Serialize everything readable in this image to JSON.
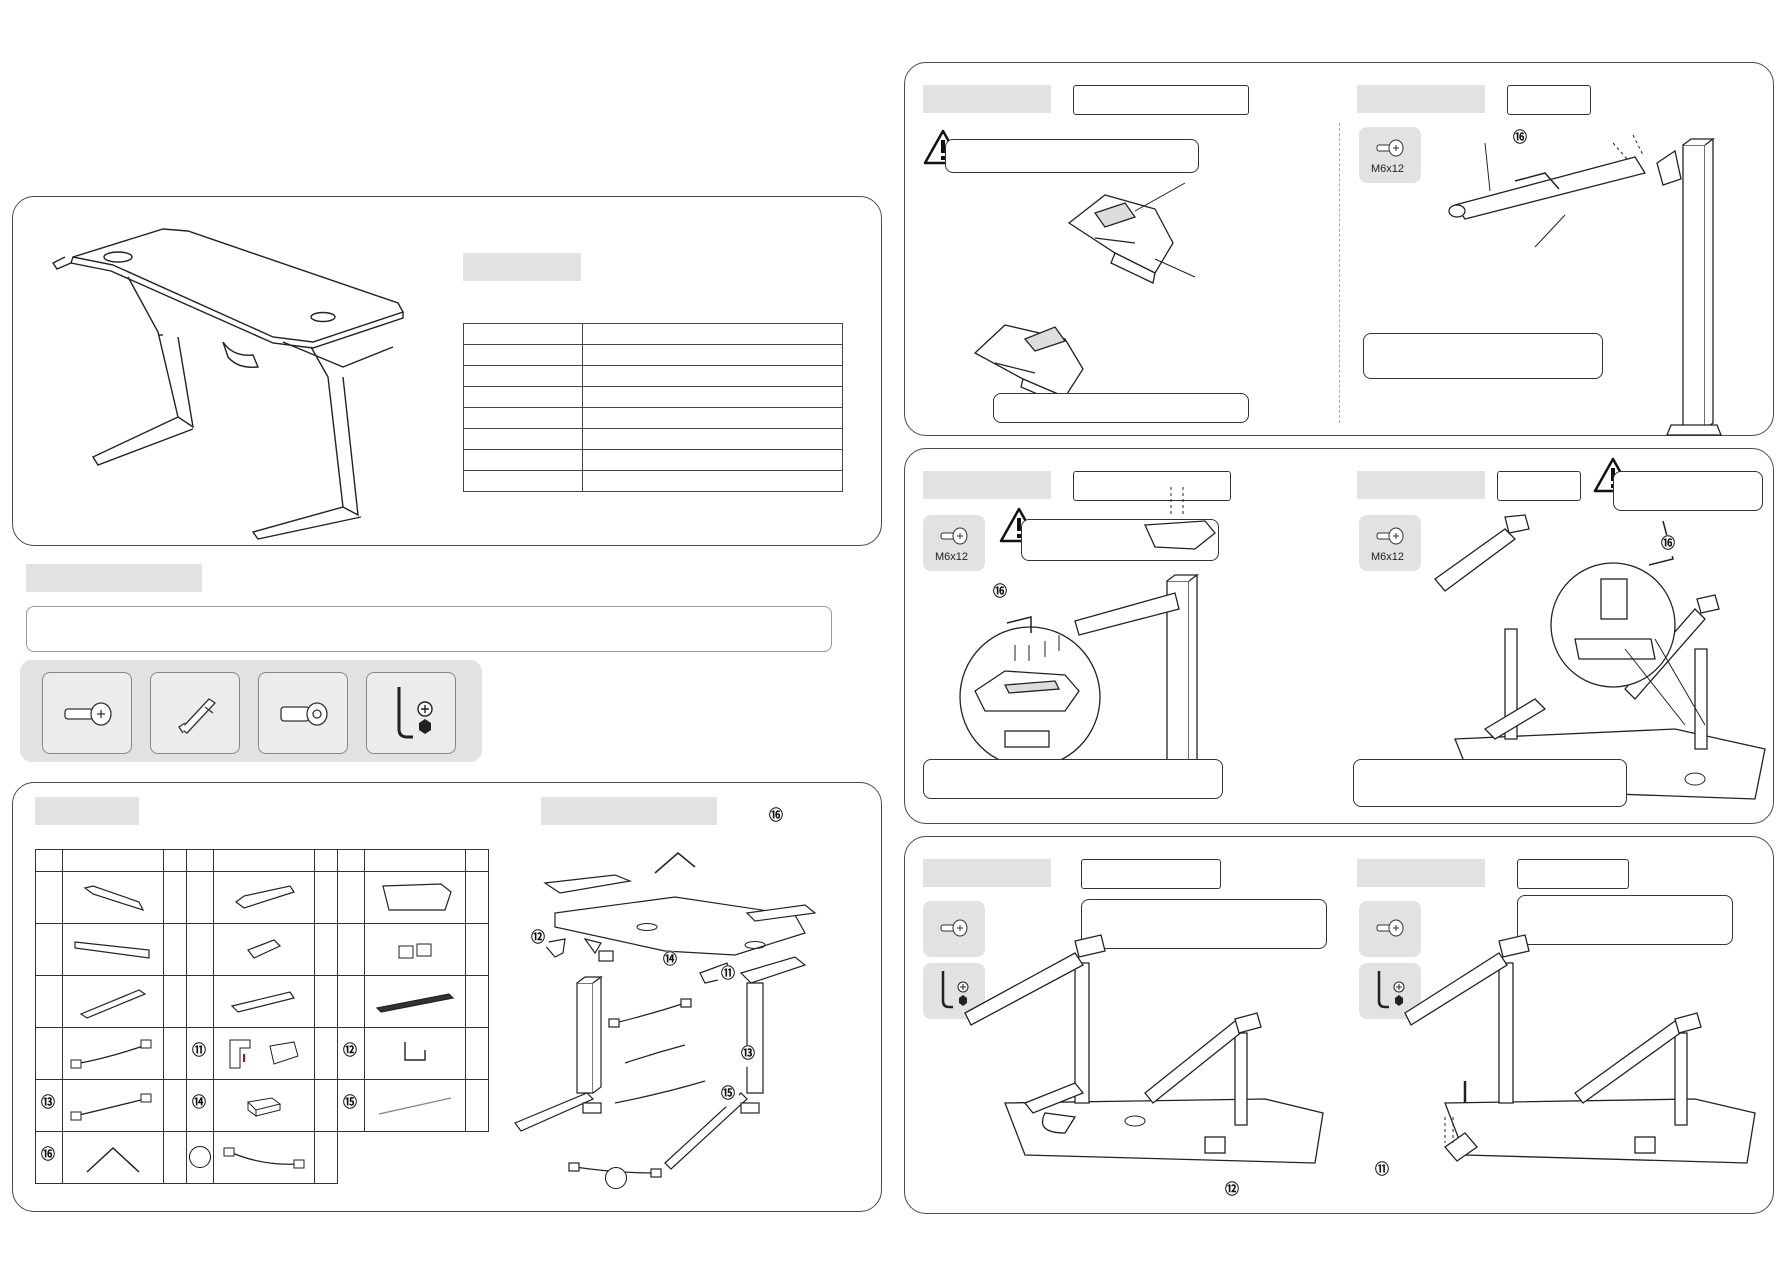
{
  "hardware_labels": {
    "step2_screw": "M6x12",
    "step3_screw": "M6x12",
    "step4_screw": "M6x12"
  },
  "part_numbers": {
    "n11": "⑪",
    "n12": "⑫",
    "n13": "⑬",
    "n14": "⑭",
    "n15": "⑮",
    "n16": "⑯"
  },
  "icons": [
    "warning-icon",
    "screw-icon",
    "hex-key-icon",
    "phillips-icon"
  ],
  "colors": {
    "panel_border": "#4a4a4a",
    "label_fill": "#e2e2e2",
    "hardware_bg": "#e6e6e6"
  }
}
